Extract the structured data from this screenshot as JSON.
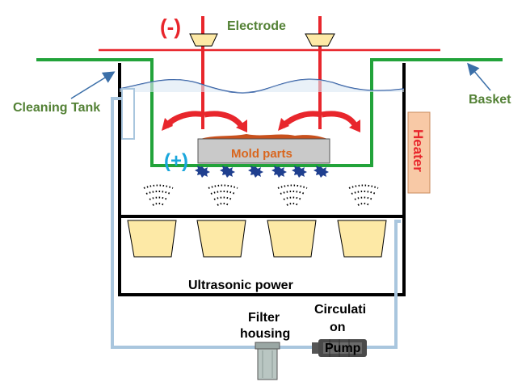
{
  "labels": {
    "minus": "(-)",
    "plus": "(+)",
    "electrode": "Electrode",
    "cleaning_tank": "Cleaning Tank",
    "basket": "Basket",
    "heater": "Heater",
    "mold_parts": "Mold parts",
    "ultrasonic_power": "Ultrasonic power",
    "filter_line1": "Filter",
    "filter_line2": "housing",
    "pump_line1": "Circulati",
    "pump_line2": "on",
    "pump_line3": "Pump"
  },
  "colors": {
    "electrode_red": "#e8262c",
    "basket_green": "#22a33a",
    "label_green": "#538135",
    "plus_blue": "#1aa7dc",
    "water_blue": "#1f4e9a",
    "pipe_blue": "#a9c6de",
    "heater_fill": "#f8c9a6",
    "heater_text": "#e8262c",
    "mold_fill": "#c9c9c9",
    "mold_text": "#d9661e",
    "transducer_fill": "#fde9a6",
    "bubble_blue": "#1f3f8f",
    "callout_arrow": "#3b6fa8"
  },
  "icons": {
    "electrode_clamp": "trapezoid-clamp-icon",
    "flow_arrow": "curved-arrow-icon",
    "bubble": "star-burst-icon",
    "wave": "ultrasonic-wave-icon",
    "filter": "filter-housing-icon",
    "pump": "pump-motor-icon"
  }
}
